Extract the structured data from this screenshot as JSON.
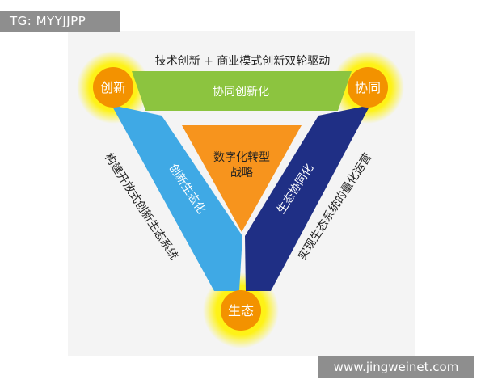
{
  "watermark_top": "TG: MYYJJPP",
  "watermark_bottom": "www.jingweinet.com",
  "heading": "技术创新 + 商业模式创新双轮驱动",
  "nodes": {
    "innovation": "创新",
    "collaboration": "协同",
    "ecology": "生态"
  },
  "bands": {
    "top": "协同创新化",
    "left": "创新生态化",
    "right": "生态协同化"
  },
  "center": {
    "line1": "数字化转型",
    "line2": "战略"
  },
  "side_labels": {
    "left": "构建开放式创新生态系统",
    "right": "实现生态系统的量化运营"
  },
  "colors": {
    "green": "#8cc43f",
    "blue": "#3fa9e5",
    "navy": "#1f2f85",
    "orange": "#f7941d",
    "yellow_glow": "#fff200",
    "node_orange": "#f39200"
  }
}
